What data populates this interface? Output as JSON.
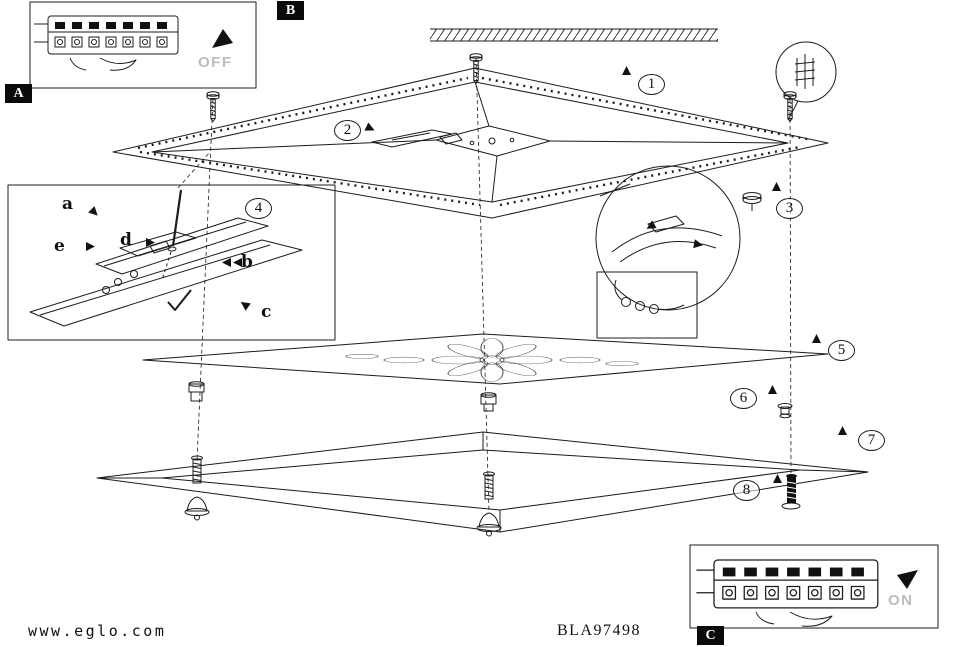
{
  "diagram": {
    "section_labels": {
      "top_left": "A",
      "top": "B",
      "bottom_right": "C"
    },
    "callouts": {
      "numbers": [
        "1",
        "2",
        "3",
        "4",
        "5",
        "6",
        "7",
        "8"
      ],
      "letters": [
        "a",
        "b",
        "c",
        "d",
        "e"
      ]
    },
    "insets": {
      "top_left_switch": "OFF",
      "bottom_right_switch": "ON"
    },
    "footer": {
      "website": "www.eglo.com",
      "model_code": "BLA97498"
    }
  }
}
